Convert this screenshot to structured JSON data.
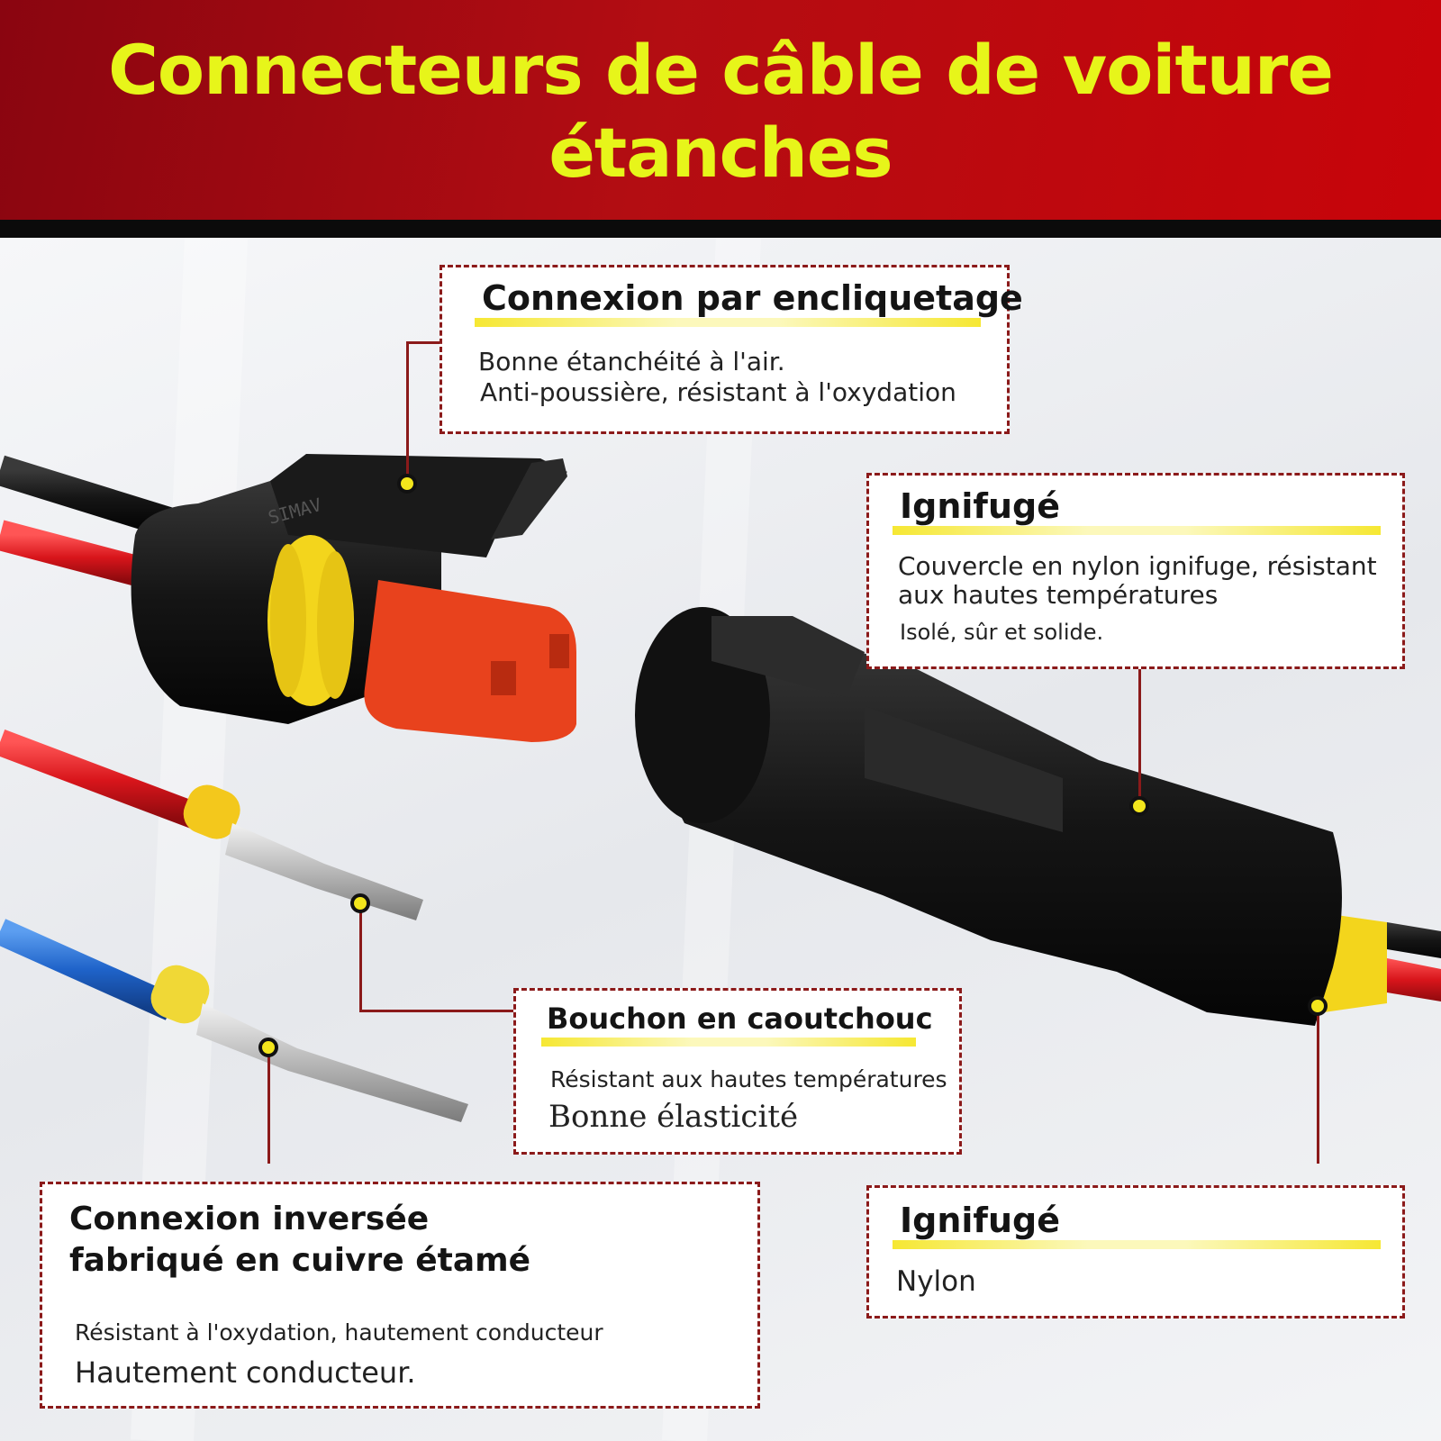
{
  "banner": {
    "title_line1": "Connecteurs de câble de voiture",
    "title_line2": "étanches",
    "background_color": "#b30d12",
    "title_color": "#e7f51a"
  },
  "callouts": {
    "snap": {
      "title": "Connexion par encliquetage",
      "line1": "Bonne étanchéité à l'air.",
      "line2": "Anti-poussière, résistant à l'oxydation"
    },
    "flame": {
      "title": "Ignifugé",
      "line1": "Couvercle en nylon ignifuge, résistant",
      "line2": "aux hautes températures",
      "line3": "Isolé, sûr et solide."
    },
    "plug": {
      "title": "Bouchon en caoutchouc",
      "line1": "Résistant aux hautes températures",
      "line2": "Bonne élasticité"
    },
    "reverse": {
      "title_line1": "Connexion inversée",
      "title_line2": "fabriqué en cuivre étamé",
      "line1": "Résistant à l'oxydation, hautement conducteur",
      "line2": "Hautement conducteur."
    },
    "nylon": {
      "title": "Ignifugé",
      "line1": "Nylon"
    }
  },
  "connector_marking": "SIMAV",
  "colors": {
    "border_dashed": "#8b1a1a",
    "highlight": "#f5e628",
    "wire_red": "#d8151b",
    "wire_blue": "#1f63c9",
    "seal_yellow": "#f3d51c"
  }
}
